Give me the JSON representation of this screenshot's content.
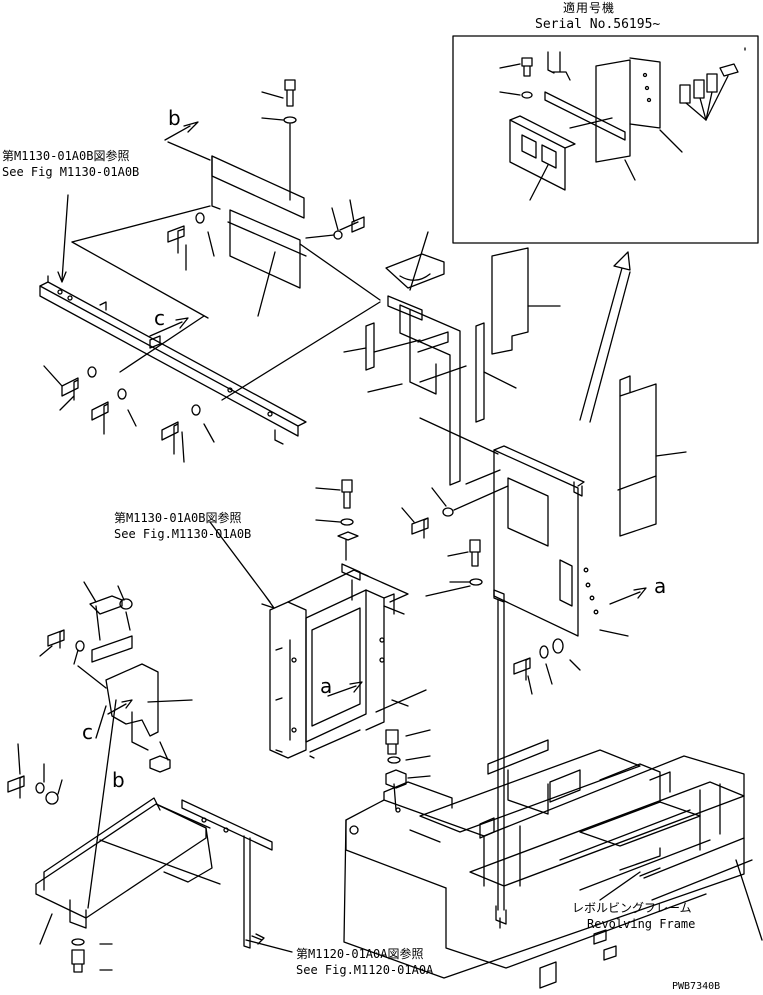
{
  "inset": {
    "title_jp": "適用号機",
    "serial": "Serial No.56195~"
  },
  "refs": {
    "ref1_jp": "第M1130-01A0B図参照",
    "ref1_en": "See Fig M1130-01A0B",
    "ref2_jp": "第M1130-01A0B図参照",
    "ref2_en": "See Fig.M1130-01A0B",
    "ref3_jp": "第M1120-01A0A図参照",
    "ref3_en": "See Fig.M1120-01A0A"
  },
  "frame": {
    "label_jp": "レボルビングフレーム",
    "label_en": "Revolving Frame"
  },
  "letters": {
    "b_top": "b",
    "c_mid": "c",
    "a_right": "a",
    "a_center": "a",
    "c_left": "c",
    "b_left": "b"
  },
  "drawing_code": "PWB7340B"
}
